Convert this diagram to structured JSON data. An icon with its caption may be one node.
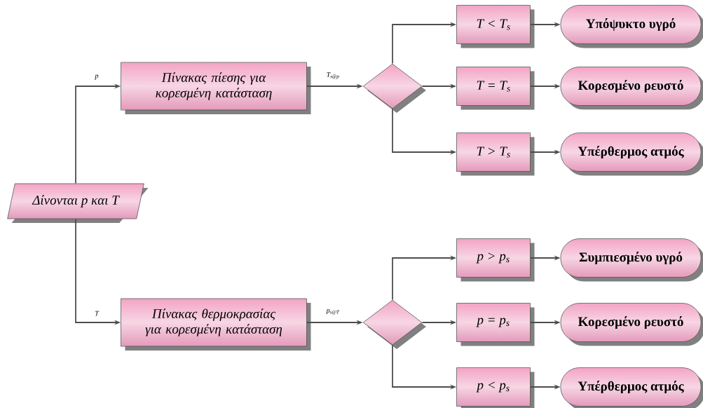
{
  "diagram": {
    "nodes": [
      {
        "text": [
          "Δίνονται p και T"
        ]
      },
      {
        "text": [
          "Πίνακας πίεσης για κορεσμένη κατάσταση"
        ]
      },
      {
        "text": [],
        "shape": "diamond"
      },
      {
        "text": [
          "T < T$_{s}$"
        ]
      },
      {
        "text": [
          "T = T$_{s}$"
        ]
      },
      {
        "text": [
          "T > T$_{s}$"
        ]
      },
      {
        "text": [
          "Υπόψυκτο υγρό"
        ]
      },
      {
        "text": [
          "Κορεσμένο ρευστό"
        ]
      },
      {
        "text": [
          "Υπέρθερμος ατμός"
        ]
      },
      {
        "text": [
          "Πίνακας θερμοκρασίας για κορεσμένη κατάσταση"
        ]
      },
      {
        "text": [],
        "shape": "diamond"
      },
      {
        "text": [
          "p > p$_{s}$"
        ]
      },
      {
        "text": [
          "p = p$_{s}$"
        ]
      },
      {
        "text": [
          "p < p$_{s}$"
        ]
      },
      {
        "text": [
          "Συμπιεσμένο υγρό"
        ]
      },
      {
        "text": [
          "Κορεσμένο ρευστό"
        ]
      },
      {
        "text": [
          "Υπέρθερμος ατμός"
        ]
      }
    ],
    "edges": [
      {
        "from": 0,
        "to": 1,
        "arrow": "to",
        "label": "p"
      },
      {
        "from": 0,
        "to": 9,
        "arrow": "to",
        "label": "T"
      },
      {
        "from": 1,
        "to": 2,
        "arrow": "to",
        "label": "T$_{s@p}$"
      },
      {
        "from": 2,
        "to": 3,
        "arrow": "to"
      },
      {
        "from": 2,
        "to": 4,
        "arrow": "to"
      },
      {
        "from": 2,
        "to": 5,
        "arrow": "to"
      },
      {
        "from": 3,
        "to": 6,
        "arrow": "to"
      },
      {
        "from": 4,
        "to": 7,
        "arrow": "to"
      },
      {
        "from": 5,
        "to": 8,
        "arrow": "to"
      },
      {
        "from": 9,
        "to": 10,
        "arrow": "to",
        "label": "p$_{s@T}$"
      },
      {
        "from": 10,
        "to": 11,
        "arrow": "to"
      },
      {
        "from": 10,
        "to": 12,
        "arrow": "to"
      },
      {
        "from": 10,
        "to": 13,
        "arrow": "to"
      },
      {
        "from": 11,
        "to": 14,
        "arrow": "to"
      },
      {
        "from": 12,
        "to": 15,
        "arrow": "to"
      },
      {
        "from": 13,
        "to": 16,
        "arrow": "to"
      }
    ]
  }
}
